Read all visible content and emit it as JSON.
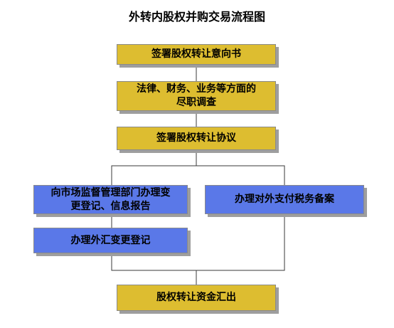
{
  "title": "外转内股权并购交易流程图",
  "steps": {
    "intent": "签署股权转让意向书",
    "due_diligence": "法律、财务、业务等方面的\n尽职调查",
    "agreement": "签署股权转让协议",
    "market_registration": "向市场监督管理部门办理变\n更登记、信息报告",
    "tax_filing": "办理对外支付税务备案",
    "forex_registration": "办理外汇变更登记",
    "remittance": "股权转让资金汇出"
  },
  "colors": {
    "step_fill": "#ddbd30",
    "branch_fill": "#5a78e8",
    "connector": "#3a3a3a"
  }
}
